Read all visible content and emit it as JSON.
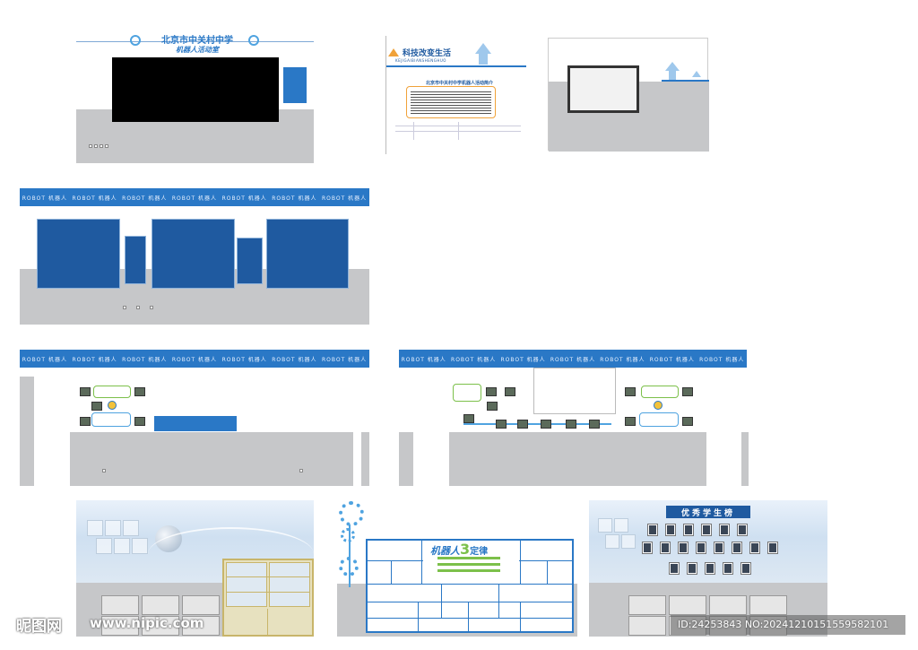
{
  "panel1": {
    "title": "北京市中关村中学",
    "subtitle": "机器人活动室"
  },
  "panel2": {
    "title": "科技改变生活",
    "subtitle": "KEJIGAIBIANSHENGHUO",
    "notice_title": "北京市中关村中学机器人活动简介"
  },
  "robot_band": {
    "labels": [
      "ROBOT 机器人",
      "ROBOT 机器人",
      "ROBOT 机器人",
      "ROBOT 机器人",
      "ROBOT 机器人",
      "ROBOT 机器人",
      "ROBOT 机器人"
    ]
  },
  "panel_laws": {
    "title_prefix": "机器人",
    "title_number": "3",
    "title_suffix": "定律"
  },
  "panel_students": {
    "title": "优秀学生榜"
  },
  "watermark": {
    "site_cn": "昵图网",
    "site_url": "www.nipic.com",
    "id_text": "ID:24253843 NO:20241210151559582101"
  },
  "colors": {
    "band_blue": "#2a78c6",
    "panel_blue": "#1f5aa0",
    "floor_gray": "#c6c7c9"
  }
}
